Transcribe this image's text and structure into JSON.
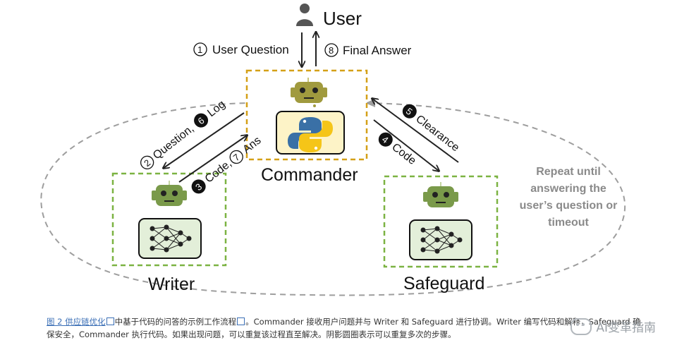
{
  "user": {
    "label": "User",
    "icon": "user-icon"
  },
  "commander": {
    "label": "Commander",
    "icons": [
      "robot-icon",
      "python-logo-icon"
    ]
  },
  "writer": {
    "label": "Writer",
    "icons": [
      "robot-icon",
      "neural-network-icon"
    ]
  },
  "safeguard": {
    "label": "Safeguard",
    "icons": [
      "robot-icon",
      "neural-network-icon"
    ]
  },
  "steps": {
    "s1": {
      "num": "1",
      "text": "User Question"
    },
    "s8": {
      "num": "8",
      "text": "Final Answer"
    },
    "s2": {
      "num": "2",
      "text": "Question,"
    },
    "s6": {
      "num": "6",
      "text": "Log"
    },
    "s3": {
      "num": "3",
      "text": "Code,"
    },
    "s7": {
      "num": "7",
      "text": "Ans"
    },
    "s4": {
      "num": "4",
      "text": "Code"
    },
    "s5": {
      "num": "5",
      "text": "Clearance"
    }
  },
  "repeat_note": [
    "Repeat until",
    "answering the",
    "user’s question or",
    "timeout"
  ],
  "caption": {
    "link": "图 2 供应链优化",
    "rest": "中基于代码的问答的示例工作流程",
    "body": "。Commander 接收用户问题并与 Writer 和 Safeguard 进行协调。Writer 编写代码和解释，Safeguard 确",
    "line2": "保安全，Commander 执行代码。如果出现问题，可以重复该过程直至解决。阴影圆圈表示可以重复多次的步骤。"
  },
  "watermark": "AI变革指南",
  "colors": {
    "commander_border": "#d4a017",
    "agent_border": "#7cb342",
    "commander_fill": "#fdf3c7",
    "agent_fill": "#e3efd9",
    "robot_head": "#a09a3e",
    "robot_green": "#7a9a4a",
    "dashed_loop": "#9e9e9e",
    "repeat_text": "#8a8a8a"
  }
}
